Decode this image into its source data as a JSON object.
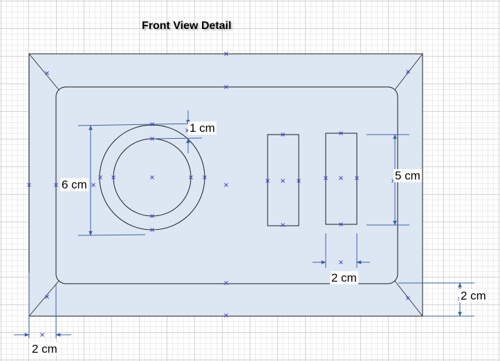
{
  "title": "Front View Detail",
  "colors": {
    "panel_fill": "#dde6f3",
    "outline": "#1a1a1a",
    "dimension_line": "#3b62a8",
    "handle_mark": "#3a3ad0"
  },
  "dimensions": {
    "ring_thickness": "1 cm",
    "ring_height": "6 cm",
    "slot_height": "5 cm",
    "slot_gap": "2 cm",
    "frame_bottom": "2 cm",
    "frame_left": "2 cm"
  }
}
